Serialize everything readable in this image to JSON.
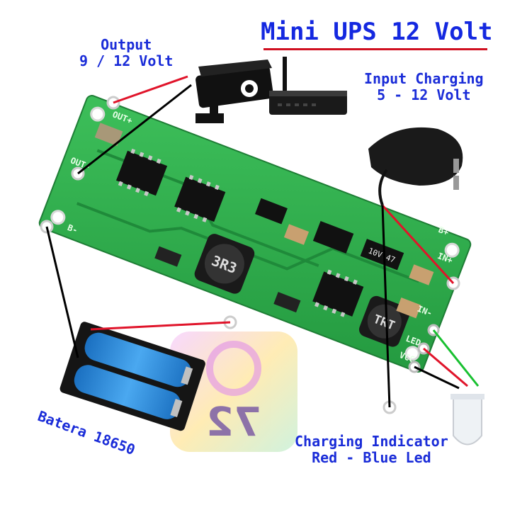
{
  "title": "Mini UPS 12 Volt",
  "output": {
    "line1": "Output",
    "line2": "9 / 12 Volt"
  },
  "input": {
    "line1": "Input Charging",
    "line2": "5 - 12 Volt"
  },
  "indicator": {
    "line1": "Charging Indicator",
    "line2": "Red - Blue Led"
  },
  "battery": {
    "label": "Batera 18650"
  },
  "board": {
    "pins": [
      "OUT+",
      "OUT-",
      "B-",
      "B+",
      "IN+",
      "IN-",
      "LED",
      "VCC"
    ],
    "inductors": [
      "3R3",
      "TRT"
    ],
    "capacitor": "10V 47"
  },
  "watermark": "72",
  "colors": {
    "label_text": "#1a2cd8",
    "title_underline": "#d01020",
    "pcb": "#2faa4a",
    "wire_red": "#e0142a",
    "wire_black": "#000000",
    "wire_green": "#18c030",
    "battery_cell": "#2a8de0"
  },
  "icons": [
    "cctv-camera-icon",
    "wifi-router-icon",
    "power-adapter-icon",
    "battery-holder-icon",
    "led-icon"
  ]
}
